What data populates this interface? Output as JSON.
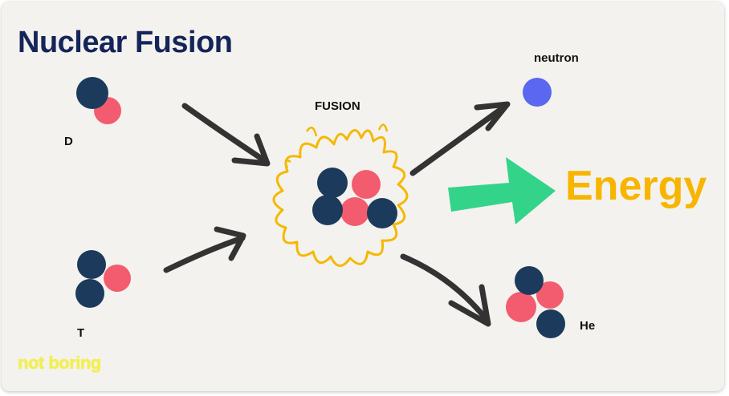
{
  "title": "Nuclear Fusion",
  "labels": {
    "deuterium": "D",
    "tritium": "T",
    "fusion": "FUSION",
    "neutron": "neutron",
    "helium": "He",
    "energy": "Energy"
  },
  "brand": "not boring",
  "colors": {
    "title": "#14255a",
    "neutron_particle": "#1b3a5c",
    "proton_particle": "#f25c6e",
    "free_neutron": "#5b67f0",
    "energy_text": "#f7b500",
    "energy_arrow": "#33d48a",
    "fusion_burst": "#f5b800",
    "arrow_stroke": "#333333",
    "brand": "#f3f04a"
  },
  "icons": [
    "deuterium-atom-icon",
    "tritium-atom-icon",
    "fusion-burst-icon",
    "free-neutron-icon",
    "helium-atom-icon",
    "energy-arrow-icon"
  ]
}
